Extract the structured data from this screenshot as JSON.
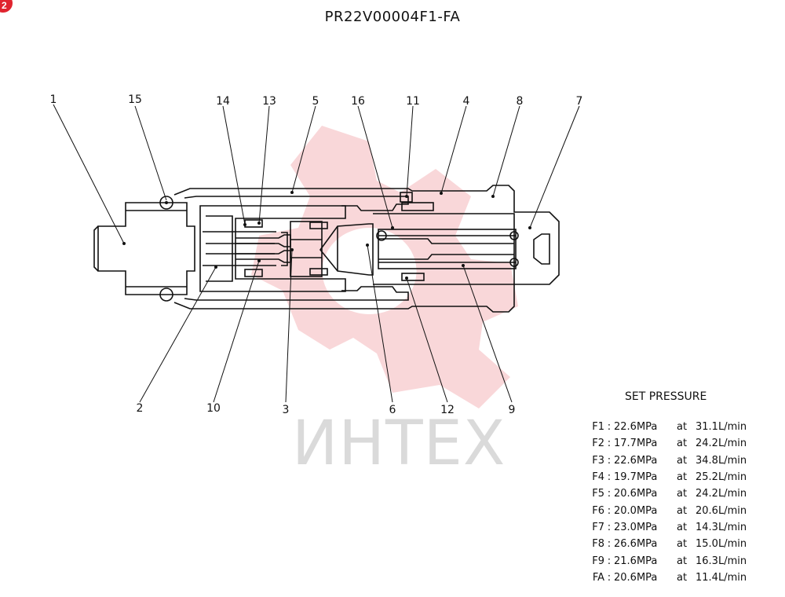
{
  "title": "PR22V00004F1-FA",
  "corner_badge": "2",
  "watermark": "ИНТЕХ",
  "callouts": [
    {
      "id": "1",
      "label": "1"
    },
    {
      "id": "15",
      "label": "15"
    },
    {
      "id": "14",
      "label": "14"
    },
    {
      "id": "13",
      "label": "13"
    },
    {
      "id": "5",
      "label": "5"
    },
    {
      "id": "16",
      "label": "16"
    },
    {
      "id": "11",
      "label": "11"
    },
    {
      "id": "4",
      "label": "4"
    },
    {
      "id": "8",
      "label": "8"
    },
    {
      "id": "7",
      "label": "7"
    },
    {
      "id": "2",
      "label": "2"
    },
    {
      "id": "10",
      "label": "10"
    },
    {
      "id": "3",
      "label": "3"
    },
    {
      "id": "6",
      "label": "6"
    },
    {
      "id": "12",
      "label": "12"
    },
    {
      "id": "9",
      "label": "9"
    }
  ],
  "set_pressure": {
    "title": "SET PRESSURE",
    "rows": [
      {
        "id": "F1",
        "pressure": "22.6MPa",
        "at": "at",
        "flow": "31.1L/min"
      },
      {
        "id": "F2",
        "pressure": "17.7MPa",
        "at": "at",
        "flow": "24.2L/min"
      },
      {
        "id": "F3",
        "pressure": "22.6MPa",
        "at": "at",
        "flow": "34.8L/min"
      },
      {
        "id": "F4",
        "pressure": "19.7MPa",
        "at": "at",
        "flow": "25.2L/min"
      },
      {
        "id": "F5",
        "pressure": "20.6MPa",
        "at": "at",
        "flow": "24.2L/min"
      },
      {
        "id": "F6",
        "pressure": "20.0MPa",
        "at": "at",
        "flow": "20.6L/min"
      },
      {
        "id": "F7",
        "pressure": "23.0MPa",
        "at": "at",
        "flow": "14.3L/min"
      },
      {
        "id": "F8",
        "pressure": "26.6MPa",
        "at": "at",
        "flow": "15.0L/min"
      },
      {
        "id": "F9",
        "pressure": "21.6MPa",
        "at": "at",
        "flow": "16.3L/min"
      },
      {
        "id": "FA",
        "pressure": "20.6MPa",
        "at": "at",
        "flow": "11.4L/min"
      }
    ]
  }
}
